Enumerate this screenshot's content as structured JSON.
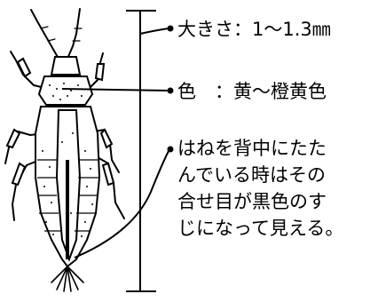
{
  "labels": {
    "size": "大きさ：1～1.3㎜",
    "color": "色　：黄～橙黄色",
    "note_lines": [
      "はねを背中にたた",
      "んでいる時はその",
      "合せ目が黒色のす",
      "じになって見える。"
    ]
  },
  "colors": {
    "ink": "#000000",
    "paper": "#ffffff"
  },
  "figure": {
    "subject": "thrips-insect-illustration"
  }
}
